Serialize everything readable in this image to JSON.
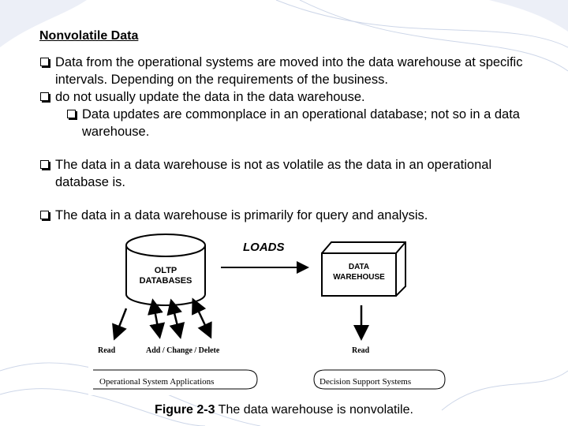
{
  "slide": {
    "title": "Nonvolatile Data",
    "bullets": [
      {
        "level": 1,
        "text": "Data from the operational systems are moved into the data warehouse at specific intervals. Depending on the requirements of the business."
      },
      {
        "level": 1,
        "text": "do not usually update the data in the data warehouse."
      },
      {
        "level": 2,
        "text": "Data updates are commonplace in an operational database; not so in a data warehouse."
      },
      {
        "level": 1,
        "text": "The data in a data warehouse is not as volatile as the data in an operational database is."
      },
      {
        "level": 1,
        "text": "The data in a data warehouse is primarily for query and analysis."
      }
    ]
  },
  "figure": {
    "loads_label": "LOADS",
    "db_label_line1": "OLTP",
    "db_label_line2": "DATABASES",
    "dw_label_line1": "DATA",
    "dw_label_line2": "WAREHOUSE",
    "read_left": "Read",
    "add_change_delete": "Add / Change / Delete",
    "read_right": "Read",
    "ops_apps": "Operational System Applications",
    "dss": "Decision Support  Systems"
  },
  "caption": {
    "number": "Figure 2-3",
    "text": " The data warehouse is nonvolatile."
  },
  "colors": {
    "swirl": "#c9d3e6"
  }
}
